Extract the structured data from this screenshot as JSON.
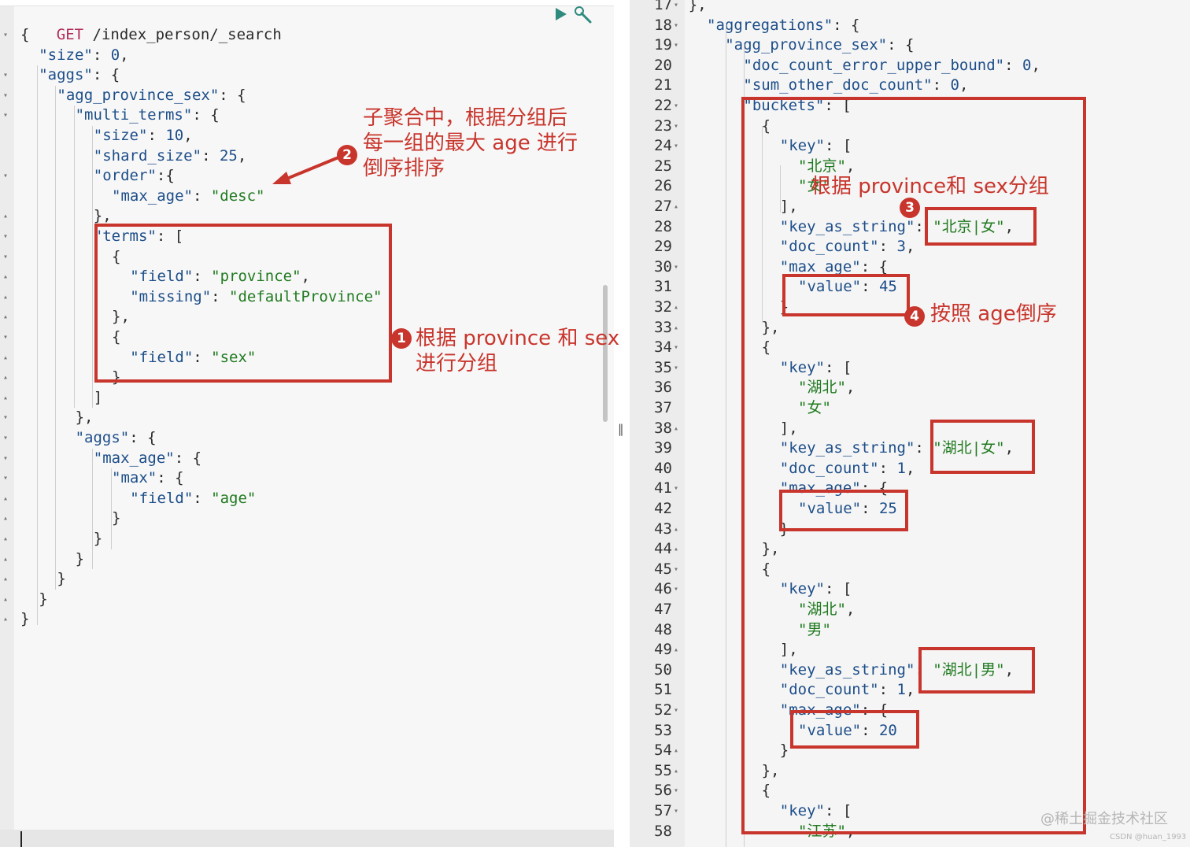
{
  "request": {
    "method": "GET",
    "path": "/index_person/_search",
    "lines": [
      [
        {
          "t": "{",
          "c": "p"
        }
      ],
      [
        {
          "t": "\"size\"",
          "c": "k"
        },
        {
          "t": ": ",
          "c": "p"
        },
        {
          "t": "0",
          "c": "n"
        },
        {
          "t": ",",
          "c": "p"
        }
      ],
      [
        {
          "t": "\"aggs\"",
          "c": "k"
        },
        {
          "t": ": {",
          "c": "p"
        }
      ],
      [
        {
          "t": "\"agg_province_sex\"",
          "c": "k"
        },
        {
          "t": ": {",
          "c": "p"
        }
      ],
      [
        {
          "t": "\"multi_terms\"",
          "c": "k"
        },
        {
          "t": ": {",
          "c": "p"
        }
      ],
      [
        {
          "t": "\"size\"",
          "c": "k"
        },
        {
          "t": ": ",
          "c": "p"
        },
        {
          "t": "10",
          "c": "n"
        },
        {
          "t": ",",
          "c": "p"
        }
      ],
      [
        {
          "t": "\"shard_size\"",
          "c": "k"
        },
        {
          "t": ": ",
          "c": "p"
        },
        {
          "t": "25",
          "c": "n"
        },
        {
          "t": ",",
          "c": "p"
        }
      ],
      [
        {
          "t": "\"order\"",
          "c": "k"
        },
        {
          "t": ":{",
          "c": "p"
        }
      ],
      [
        {
          "t": "\"max_age\"",
          "c": "k"
        },
        {
          "t": ": ",
          "c": "p"
        },
        {
          "t": "\"desc\"",
          "c": "s"
        }
      ],
      [
        {
          "t": "},",
          "c": "p"
        }
      ],
      [
        {
          "t": "\"terms\"",
          "c": "k"
        },
        {
          "t": ": [",
          "c": "p"
        }
      ],
      [
        {
          "t": "{",
          "c": "p"
        }
      ],
      [
        {
          "t": "\"field\"",
          "c": "k"
        },
        {
          "t": ": ",
          "c": "p"
        },
        {
          "t": "\"province\"",
          "c": "s"
        },
        {
          "t": ",",
          "c": "p"
        }
      ],
      [
        {
          "t": "\"missing\"",
          "c": "k"
        },
        {
          "t": ": ",
          "c": "p"
        },
        {
          "t": "\"defaultProvince\"",
          "c": "s"
        }
      ],
      [
        {
          "t": "},",
          "c": "p"
        }
      ],
      [
        {
          "t": "{",
          "c": "p"
        }
      ],
      [
        {
          "t": "\"field\"",
          "c": "k"
        },
        {
          "t": ": ",
          "c": "p"
        },
        {
          "t": "\"sex\"",
          "c": "s"
        }
      ],
      [
        {
          "t": "}",
          "c": "p"
        }
      ],
      [
        {
          "t": "]",
          "c": "p"
        }
      ],
      [
        {
          "t": "},",
          "c": "p"
        }
      ],
      [
        {
          "t": "\"aggs\"",
          "c": "k"
        },
        {
          "t": ": {",
          "c": "p"
        }
      ],
      [
        {
          "t": "\"max_age\"",
          "c": "k"
        },
        {
          "t": ": {",
          "c": "p"
        }
      ],
      [
        {
          "t": "\"max\"",
          "c": "k"
        },
        {
          "t": ": {",
          "c": "p"
        }
      ],
      [
        {
          "t": "\"field\"",
          "c": "k"
        },
        {
          "t": ": ",
          "c": "p"
        },
        {
          "t": "\"age\"",
          "c": "s"
        }
      ],
      [
        {
          "t": "}",
          "c": "p"
        }
      ],
      [
        {
          "t": "}",
          "c": "p"
        }
      ],
      [
        {
          "t": "}",
          "c": "p"
        }
      ],
      [
        {
          "t": "}",
          "c": "p"
        }
      ],
      [
        {
          "t": "}",
          "c": "p"
        }
      ],
      [
        {
          "t": "}",
          "c": "p"
        }
      ]
    ]
  },
  "response": {
    "lines": [
      {
        "n": "17",
        "f": "-",
        "code": [
          {
            "t": "},",
            "c": "p"
          }
        ]
      },
      {
        "n": "18",
        "f": "-",
        "code": [
          {
            "t": "\"aggregations\"",
            "c": "k"
          },
          {
            "t": ": {",
            "c": "p"
          }
        ]
      },
      {
        "n": "19",
        "f": "-",
        "code": [
          {
            "t": "\"agg_province_sex\"",
            "c": "k"
          },
          {
            "t": ": {",
            "c": "p"
          }
        ]
      },
      {
        "n": "20",
        "f": "",
        "code": [
          {
            "t": "\"doc_count_error_upper_bound\"",
            "c": "k"
          },
          {
            "t": ": ",
            "c": "p"
          },
          {
            "t": "0",
            "c": "n"
          },
          {
            "t": ",",
            "c": "p"
          }
        ]
      },
      {
        "n": "21",
        "f": "",
        "code": [
          {
            "t": "\"sum_other_doc_count\"",
            "c": "k"
          },
          {
            "t": ": ",
            "c": "p"
          },
          {
            "t": "0",
            "c": "n"
          },
          {
            "t": ",",
            "c": "p"
          }
        ]
      },
      {
        "n": "22",
        "f": "-",
        "code": [
          {
            "t": "\"buckets\"",
            "c": "k"
          },
          {
            "t": ": [",
            "c": "p"
          }
        ]
      },
      {
        "n": "23",
        "f": "-",
        "code": [
          {
            "t": "{",
            "c": "p"
          }
        ]
      },
      {
        "n": "24",
        "f": "-",
        "code": [
          {
            "t": "\"key\"",
            "c": "k"
          },
          {
            "t": ": [",
            "c": "p"
          }
        ]
      },
      {
        "n": "25",
        "f": "",
        "code": [
          {
            "t": "\"北京\"",
            "c": "s"
          },
          {
            "t": ",",
            "c": "p"
          }
        ]
      },
      {
        "n": "26",
        "f": "",
        "code": [
          {
            "t": "\"女\"",
            "c": "s"
          }
        ]
      },
      {
        "n": "27",
        "f": "+",
        "code": [
          {
            "t": "],",
            "c": "p"
          }
        ]
      },
      {
        "n": "28",
        "f": "",
        "code": [
          {
            "t": "\"key_as_string\"",
            "c": "k"
          },
          {
            "t": ": ",
            "c": "p"
          },
          {
            "t": "\"北京|女\"",
            "c": "s"
          },
          {
            "t": ",",
            "c": "p"
          }
        ]
      },
      {
        "n": "29",
        "f": "",
        "code": [
          {
            "t": "\"doc_count\"",
            "c": "k"
          },
          {
            "t": ": ",
            "c": "p"
          },
          {
            "t": "3",
            "c": "n"
          },
          {
            "t": ",",
            "c": "p"
          }
        ]
      },
      {
        "n": "30",
        "f": "-",
        "code": [
          {
            "t": "\"max_age\"",
            "c": "k"
          },
          {
            "t": ": {",
            "c": "p"
          }
        ]
      },
      {
        "n": "31",
        "f": "",
        "code": [
          {
            "t": "\"value\"",
            "c": "k"
          },
          {
            "t": ": ",
            "c": "p"
          },
          {
            "t": "45",
            "c": "n"
          }
        ]
      },
      {
        "n": "32",
        "f": "+",
        "code": [
          {
            "t": "}",
            "c": "p"
          }
        ]
      },
      {
        "n": "33",
        "f": "+",
        "code": [
          {
            "t": "},",
            "c": "p"
          }
        ]
      },
      {
        "n": "34",
        "f": "-",
        "code": [
          {
            "t": "{",
            "c": "p"
          }
        ]
      },
      {
        "n": "35",
        "f": "-",
        "code": [
          {
            "t": "\"key\"",
            "c": "k"
          },
          {
            "t": ": [",
            "c": "p"
          }
        ]
      },
      {
        "n": "36",
        "f": "",
        "code": [
          {
            "t": "\"湖北\"",
            "c": "s"
          },
          {
            "t": ",",
            "c": "p"
          }
        ]
      },
      {
        "n": "37",
        "f": "",
        "code": [
          {
            "t": "\"女\"",
            "c": "s"
          }
        ]
      },
      {
        "n": "38",
        "f": "+",
        "code": [
          {
            "t": "],",
            "c": "p"
          }
        ]
      },
      {
        "n": "39",
        "f": "",
        "code": [
          {
            "t": "\"key_as_string\"",
            "c": "k"
          },
          {
            "t": ": ",
            "c": "p"
          },
          {
            "t": "\"湖北|女\"",
            "c": "s"
          },
          {
            "t": ",",
            "c": "p"
          }
        ]
      },
      {
        "n": "40",
        "f": "",
        "code": [
          {
            "t": "\"doc_count\"",
            "c": "k"
          },
          {
            "t": ": ",
            "c": "p"
          },
          {
            "t": "1",
            "c": "n"
          },
          {
            "t": ",",
            "c": "p"
          }
        ]
      },
      {
        "n": "41",
        "f": "-",
        "code": [
          {
            "t": "\"max_age\"",
            "c": "k"
          },
          {
            "t": ": {",
            "c": "p"
          }
        ]
      },
      {
        "n": "42",
        "f": "",
        "code": [
          {
            "t": "\"value\"",
            "c": "k"
          },
          {
            "t": ": ",
            "c": "p"
          },
          {
            "t": "25",
            "c": "n"
          }
        ]
      },
      {
        "n": "43",
        "f": "+",
        "code": [
          {
            "t": "}",
            "c": "p"
          }
        ]
      },
      {
        "n": "44",
        "f": "+",
        "code": [
          {
            "t": "},",
            "c": "p"
          }
        ]
      },
      {
        "n": "45",
        "f": "-",
        "code": [
          {
            "t": "{",
            "c": "p"
          }
        ]
      },
      {
        "n": "46",
        "f": "-",
        "code": [
          {
            "t": "\"key\"",
            "c": "k"
          },
          {
            "t": ": [",
            "c": "p"
          }
        ]
      },
      {
        "n": "47",
        "f": "",
        "code": [
          {
            "t": "\"湖北\"",
            "c": "s"
          },
          {
            "t": ",",
            "c": "p"
          }
        ]
      },
      {
        "n": "48",
        "f": "",
        "code": [
          {
            "t": "\"男\"",
            "c": "s"
          }
        ]
      },
      {
        "n": "49",
        "f": "+",
        "code": [
          {
            "t": "],",
            "c": "p"
          }
        ]
      },
      {
        "n": "50",
        "f": "",
        "code": [
          {
            "t": "\"key_as_string\"",
            "c": "k"
          },
          {
            "t": ": ",
            "c": "p"
          },
          {
            "t": "\"湖北|男\"",
            "c": "s"
          },
          {
            "t": ",",
            "c": "p"
          }
        ]
      },
      {
        "n": "51",
        "f": "",
        "code": [
          {
            "t": "\"doc_count\"",
            "c": "k"
          },
          {
            "t": ": ",
            "c": "p"
          },
          {
            "t": "1",
            "c": "n"
          },
          {
            "t": ",",
            "c": "p"
          }
        ]
      },
      {
        "n": "52",
        "f": "-",
        "code": [
          {
            "t": "\"max_age\"",
            "c": "k"
          },
          {
            "t": ": {",
            "c": "p"
          }
        ]
      },
      {
        "n": "53",
        "f": "",
        "code": [
          {
            "t": "\"value\"",
            "c": "k"
          },
          {
            "t": ": ",
            "c": "p"
          },
          {
            "t": "20",
            "c": "n"
          }
        ]
      },
      {
        "n": "54",
        "f": "+",
        "code": [
          {
            "t": "}",
            "c": "p"
          }
        ]
      },
      {
        "n": "55",
        "f": "+",
        "code": [
          {
            "t": "},",
            "c": "p"
          }
        ]
      },
      {
        "n": "56",
        "f": "-",
        "code": [
          {
            "t": "{",
            "c": "p"
          }
        ]
      },
      {
        "n": "57",
        "f": "-",
        "code": [
          {
            "t": "\"key\"",
            "c": "k"
          },
          {
            "t": ": [",
            "c": "p"
          }
        ]
      },
      {
        "n": "58",
        "f": "",
        "code": [
          {
            "t": "\"江苏\"",
            "c": "s"
          },
          {
            "t": ",",
            "c": "p"
          }
        ]
      }
    ]
  },
  "annotations": {
    "a1": {
      "badge": "1",
      "text": "根据 province 和 sex\n进行分组"
    },
    "a2": {
      "badge": "2",
      "text": "子聚合中，根据分组后\n每一组的最大 age 进行\n倒序排序"
    },
    "a3": {
      "badge": "3",
      "text": "根据 province和 sex分组"
    },
    "a4": {
      "badge": "4",
      "text": "按照 age倒序"
    }
  },
  "icons": {
    "run": "play-icon",
    "wrench": "wrench-icon"
  },
  "colors": {
    "annotation": "#c8352c",
    "string": "#1f7a1f",
    "key": "#1d4e89",
    "method": "#b22d5c"
  },
  "divider_glyph": "‖",
  "watermark": {
    "main": "@稀土掘金技术社区",
    "sub": "CSDN @huan_1993"
  }
}
